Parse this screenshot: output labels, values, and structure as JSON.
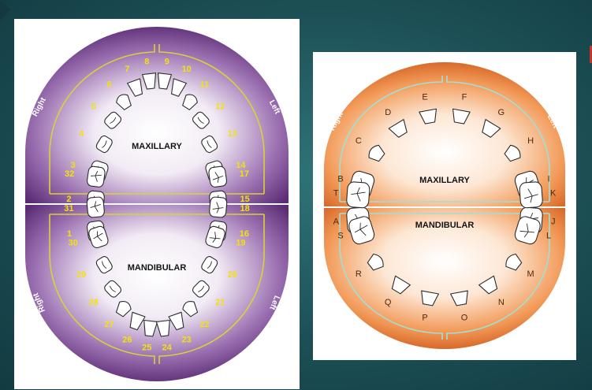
{
  "permanent": {
    "arch_upper": "MAXILLARY",
    "arch_lower": "MANDIBULAR",
    "side_right": "Right",
    "side_left": "Left",
    "upper_numbers": [
      "1",
      "2",
      "3",
      "4",
      "5",
      "6",
      "7",
      "8",
      "9",
      "10",
      "11",
      "12",
      "13",
      "14",
      "15",
      "16"
    ],
    "lower_numbers": [
      "17",
      "18",
      "19",
      "20",
      "21",
      "22",
      "23",
      "24",
      "25",
      "26",
      "27",
      "28",
      "29",
      "30",
      "31",
      "32"
    ],
    "color": "#6b3a87",
    "line_color": "#d7d23a"
  },
  "primary": {
    "arch_upper": "MAXILLARY",
    "arch_lower": "MANDIBULAR",
    "side_right": "Right",
    "side_left": "Left",
    "upper_letters": [
      "A",
      "B",
      "C",
      "D",
      "E",
      "F",
      "G",
      "H",
      "I",
      "J"
    ],
    "lower_letters": [
      "K",
      "L",
      "M",
      "N",
      "O",
      "P",
      "Q",
      "R",
      "S",
      "T"
    ],
    "color": "#e8803a",
    "line_color": "#9fe0d6"
  }
}
